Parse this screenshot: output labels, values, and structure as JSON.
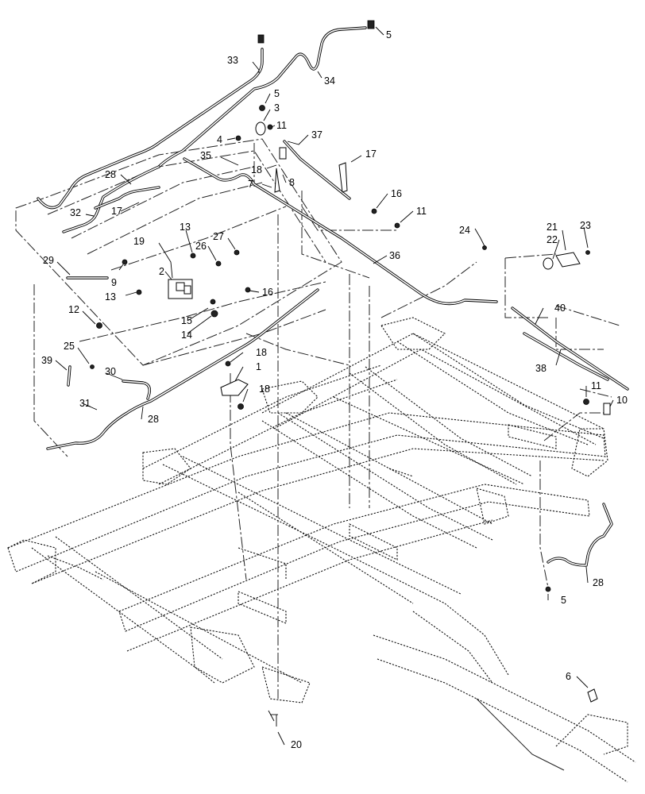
{
  "callouts": [
    "1",
    "2",
    "3",
    "4",
    "5",
    "6",
    "7",
    "8",
    "9",
    "10",
    "11",
    "12",
    "13",
    "14",
    "15",
    "16",
    "17",
    "18",
    "19",
    "20",
    "21",
    "22",
    "23",
    "24",
    "25",
    "26",
    "27",
    "28",
    "29",
    "30",
    "31",
    "32",
    "33",
    "34",
    "35",
    "36",
    "37",
    "38",
    "39",
    "40"
  ],
  "labels": [
    {
      "t": "5"
    },
    {
      "t": "33"
    },
    {
      "t": "34"
    },
    {
      "t": "5"
    },
    {
      "t": "3"
    },
    {
      "t": "4"
    },
    {
      "t": "11"
    },
    {
      "t": "37"
    },
    {
      "t": "35"
    },
    {
      "t": "17"
    },
    {
      "t": "18"
    },
    {
      "t": "28"
    },
    {
      "t": "7"
    },
    {
      "t": "8"
    },
    {
      "t": "16"
    },
    {
      "t": "17"
    },
    {
      "t": "32"
    },
    {
      "t": "11"
    },
    {
      "t": "24"
    },
    {
      "t": "21"
    },
    {
      "t": "23"
    },
    {
      "t": "22"
    },
    {
      "t": "13"
    },
    {
      "t": "19"
    },
    {
      "t": "26"
    },
    {
      "t": "27"
    },
    {
      "t": "36"
    },
    {
      "t": "29"
    },
    {
      "t": "9"
    },
    {
      "t": "2"
    },
    {
      "t": "13"
    },
    {
      "t": "16"
    },
    {
      "t": "40"
    },
    {
      "t": "12"
    },
    {
      "t": "15"
    },
    {
      "t": "14"
    },
    {
      "t": "25"
    },
    {
      "t": "18"
    },
    {
      "t": "39"
    },
    {
      "t": "1"
    },
    {
      "t": "38"
    },
    {
      "t": "30"
    },
    {
      "t": "18"
    },
    {
      "t": "11"
    },
    {
      "t": "10"
    },
    {
      "t": "31"
    },
    {
      "t": "28"
    },
    {
      "t": "28"
    },
    {
      "t": "5"
    },
    {
      "t": "6"
    },
    {
      "t": "20"
    }
  ]
}
